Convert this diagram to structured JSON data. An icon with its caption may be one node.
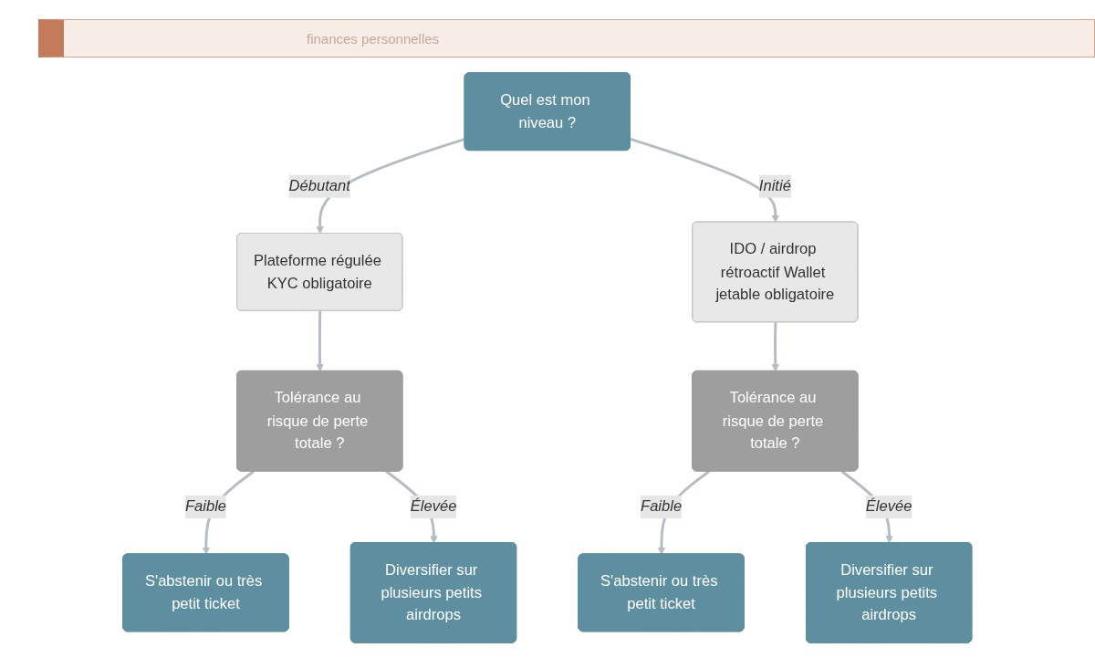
{
  "diagram": {
    "nodes": [
      {
        "text": [
          "Quel est mon niveau ?"
        ]
      },
      {
        "text": [
          "Plateforme régulée KYC obligatoire"
        ]
      },
      {
        "text": [
          "IDO / airdrop rétroactif Wallet jetable obligatoire"
        ]
      },
      {
        "text": [
          "Tolérance au risque de perte totale ?"
        ]
      },
      {
        "text": [
          "Tolérance au risque de perte totale ?"
        ]
      },
      {
        "text": [
          "S'abstenir ou très petit ticket"
        ]
      },
      {
        "text": [
          "Diversifier sur plusieurs petits airdrops"
        ]
      },
      {
        "text": [
          "S'abstenir ou très petit ticket"
        ]
      },
      {
        "text": [
          "Diversifier sur plusieurs petits airdrops"
        ]
      }
    ],
    "edges": [
      {
        "from": 0,
        "to": 1,
        "arrow": "to",
        "label": "Débutant"
      },
      {
        "from": 0,
        "to": 2,
        "arrow": "to",
        "label": "Initié"
      },
      {
        "from": 1,
        "to": 3,
        "arrow": "to"
      },
      {
        "from": 2,
        "to": 4,
        "arrow": "to"
      },
      {
        "from": 3,
        "to": 5,
        "arrow": "to",
        "label": "Faible"
      },
      {
        "from": 3,
        "to": 6,
        "arrow": "to",
        "label": "Élevée"
      },
      {
        "from": 4,
        "to": 7,
        "arrow": "to",
        "label": "Faible"
      },
      {
        "from": 4,
        "to": 8,
        "arrow": "to",
        "label": "Élevée"
      }
    ],
    "labels": [
      "finances personnelles"
    ]
  }
}
